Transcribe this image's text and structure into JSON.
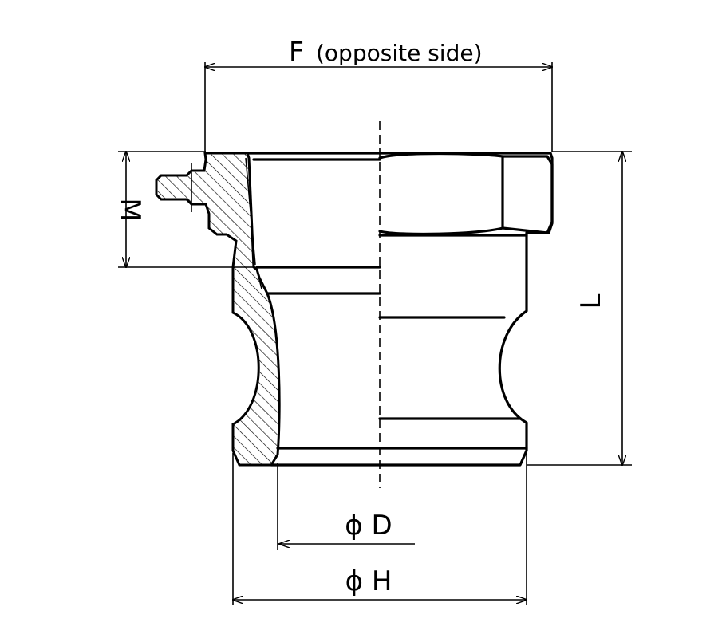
{
  "drawing": {
    "labels": {
      "F": "F",
      "F_note": "(opposite side)",
      "M": "M",
      "L": "L",
      "D": "ϕ D",
      "H": "ϕ H"
    }
  }
}
